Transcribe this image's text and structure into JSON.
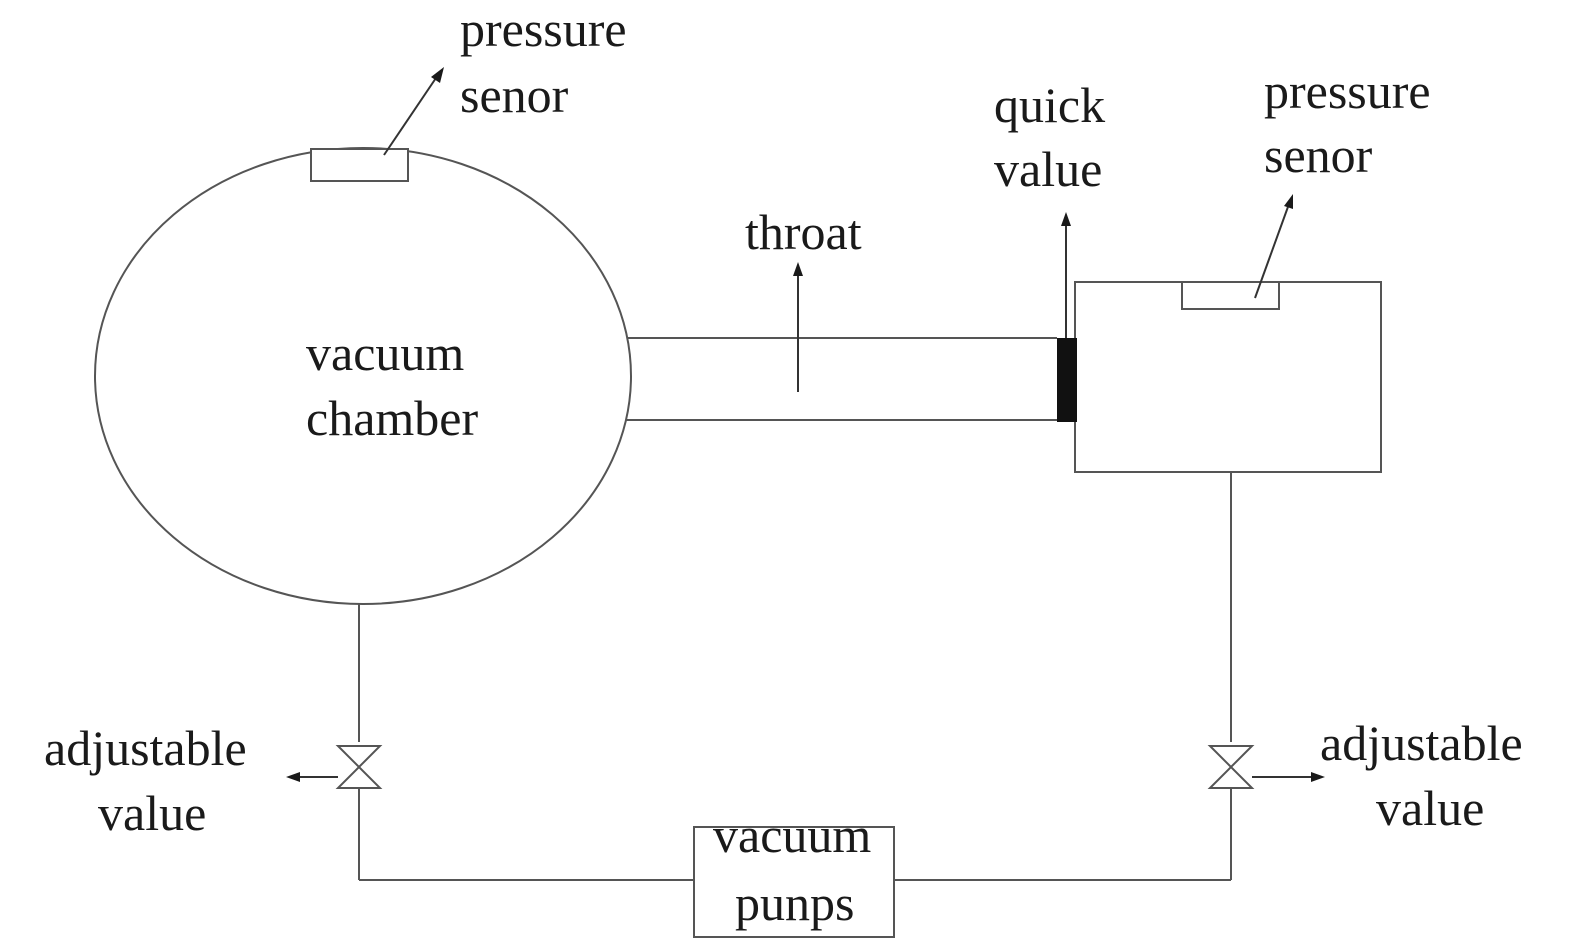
{
  "labels": {
    "pressure_sensor_left": [
      "pressure",
      "senor"
    ],
    "pressure_sensor_right": [
      "pressure",
      "senor"
    ],
    "quick_valve": [
      "quick",
      "value"
    ],
    "throat": "throat",
    "vacuum_chamber": [
      "vacuum",
      "chamber"
    ],
    "adjustable_valve_left": [
      "adjustable",
      "value"
    ],
    "adjustable_valve_right": [
      "adjustable",
      "value"
    ],
    "vacuum_pumps": [
      "vacuum",
      "punps"
    ]
  },
  "colors": {
    "line": "#555555",
    "text": "#1a1a1a",
    "valve_seal": "#111111",
    "background": "#ffffff"
  }
}
